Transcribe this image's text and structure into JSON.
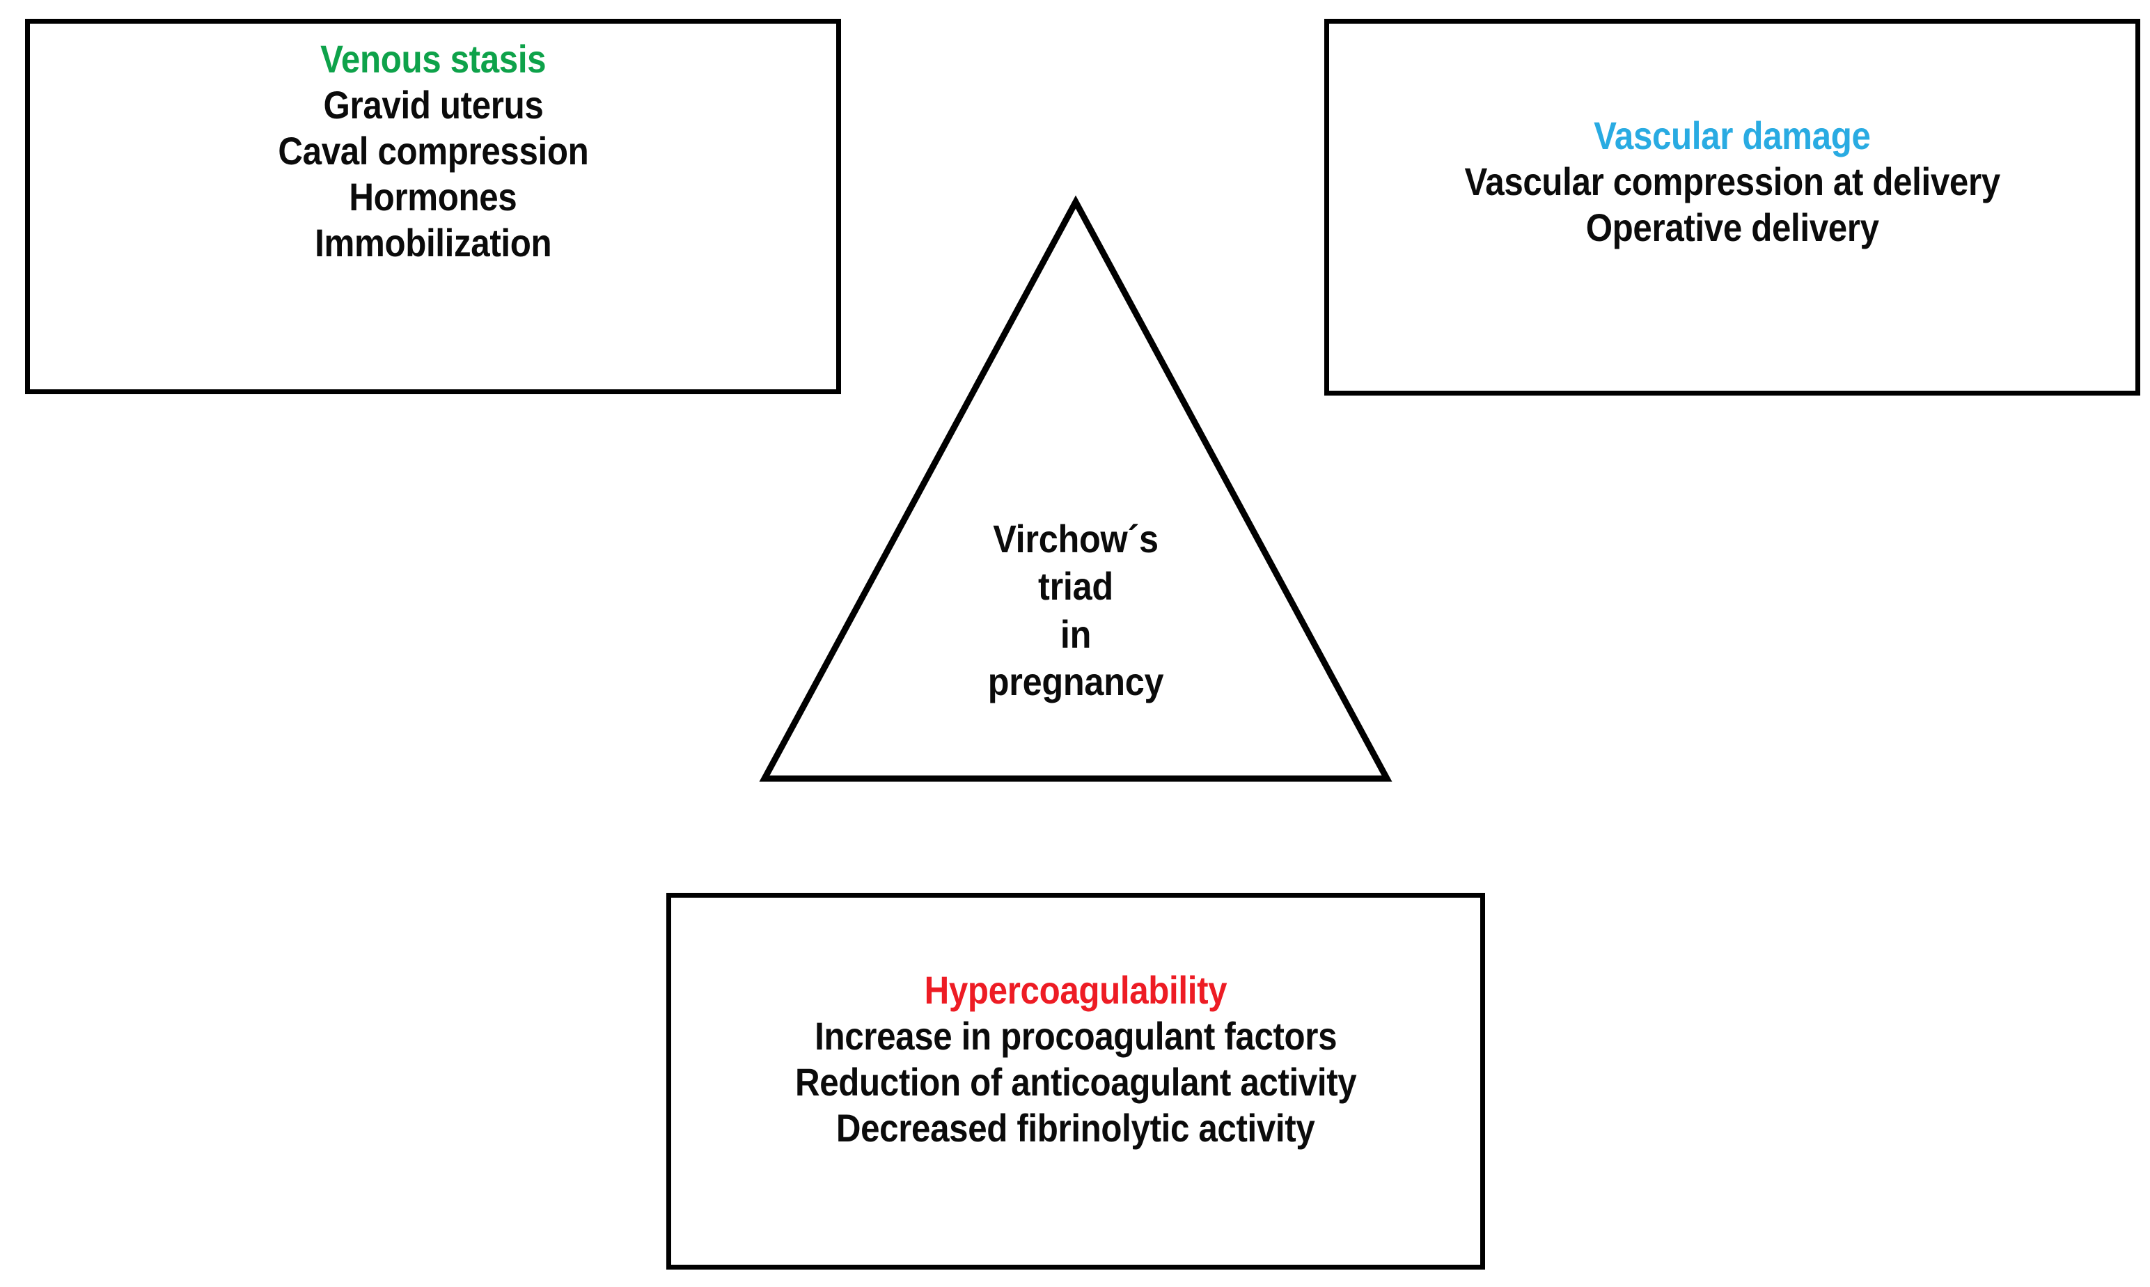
{
  "figure": {
    "title": "Virchow's triad in pregnancy",
    "background_color": "#ffffff",
    "outline_color": "#000000"
  },
  "colors": {
    "venous_stasis_heading": "#0EA24A",
    "vascular_damage_heading": "#29ABE2",
    "hypercoagulability_heading": "#ED1C24",
    "body_text": "#0b0b0b",
    "stroke": "#000000"
  },
  "center": {
    "shape": "triangle",
    "lines": [
      "Virchow´s",
      "triad",
      "in",
      "pregnancy"
    ]
  },
  "panels": [
    {
      "id": "venous-stasis",
      "position": "top-left",
      "heading": "Venous stasis",
      "heading_color": "#0EA24A",
      "items": [
        "Gravid uterus",
        "Caval compression",
        "Hormones",
        "Immobilization"
      ]
    },
    {
      "id": "vascular-damage",
      "position": "top-right",
      "heading": "Vascular damage",
      "heading_color": "#29ABE2",
      "items": [
        "Vascular compression at delivery",
        "Operative delivery"
      ]
    },
    {
      "id": "hypercoagulability",
      "position": "bottom-center",
      "heading": "Hypercoagulability",
      "heading_color": "#ED1C24",
      "items": [
        "Increase in procoagulant factors",
        "Reduction of anticoagulant activity",
        "Decreased fibrinolytic activity"
      ]
    }
  ]
}
